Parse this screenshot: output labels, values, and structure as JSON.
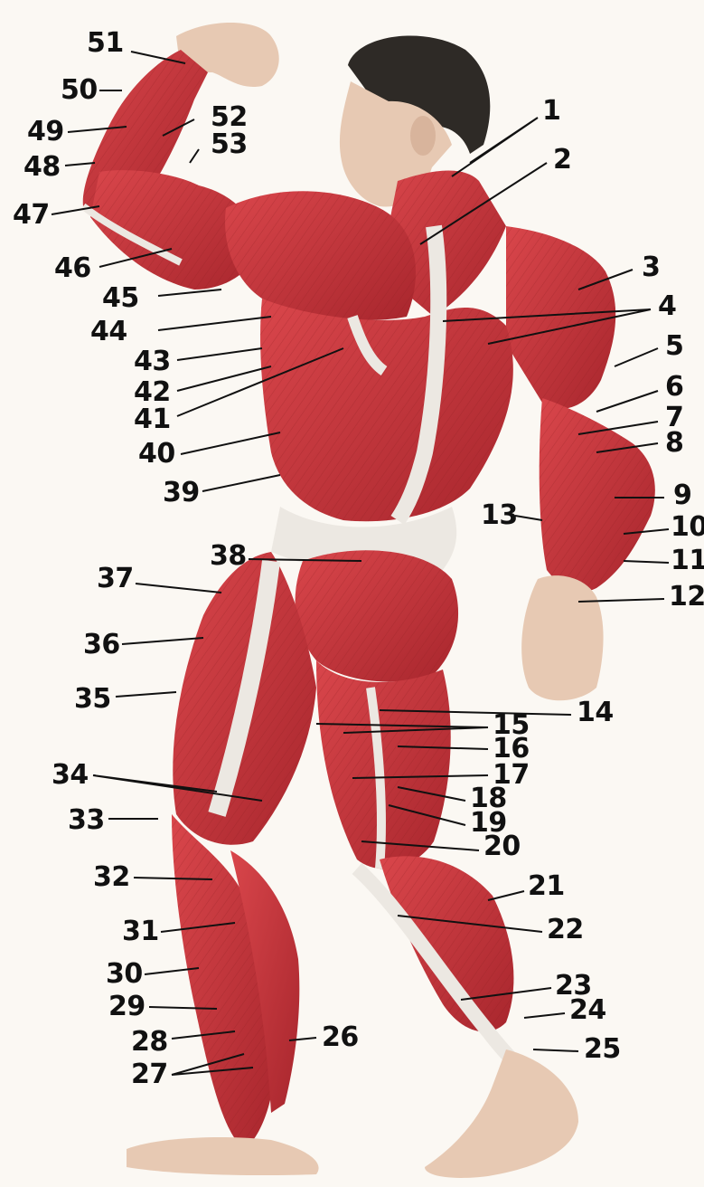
{
  "colors": {
    "muscle": "#c8323a",
    "muscle_dark": "#8e1d22",
    "tendon": "#ece8e2",
    "skin": "#f1e4d6",
    "hair": "#2e2a26",
    "ink": "#111111"
  },
  "labels": {
    "n1": "1",
    "n2": "2",
    "n3": "3",
    "n4": "4",
    "n5": "5",
    "n6": "6",
    "n7": "7",
    "n8": "8",
    "n9": "9",
    "n10": "10",
    "n11": "11",
    "n12": "12",
    "n13": "13",
    "n14": "14",
    "n15": "15",
    "n16": "16",
    "n17": "17",
    "n18": "18",
    "n19": "19",
    "n20": "20",
    "n21": "21",
    "n22": "22",
    "n23": "23",
    "n24": "24",
    "n25": "25",
    "n26": "26",
    "n27": "27",
    "n28": "28",
    "n29": "29",
    "n30": "30",
    "n31": "31",
    "n32": "32",
    "n33": "33",
    "n34": "34",
    "n35": "35",
    "n36": "36",
    "n37": "37",
    "n38": "38",
    "n39": "39",
    "n40": "40",
    "n41": "41",
    "n42": "42",
    "n43": "43",
    "n44": "44",
    "n45": "45",
    "n46": "46",
    "n47": "47",
    "n48": "48",
    "n49": "49",
    "n50": "50",
    "n51": "51",
    "n52": "52",
    "n53": "53"
  }
}
